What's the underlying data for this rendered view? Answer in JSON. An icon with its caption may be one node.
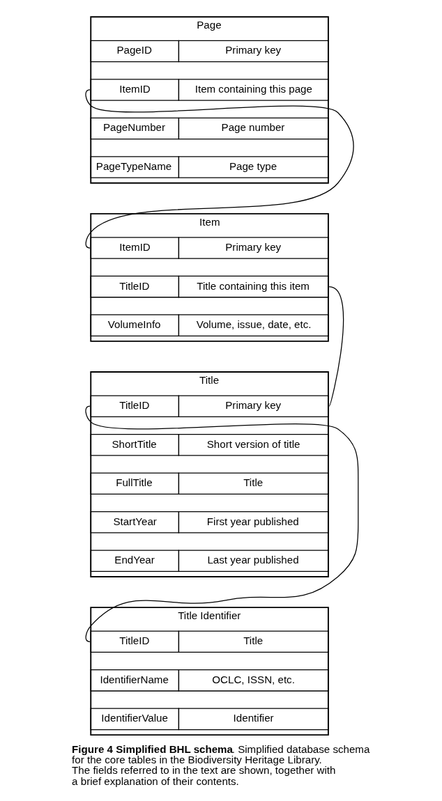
{
  "diagram": {
    "title": "Figure 4 Simplified BHL schema",
    "caption": ". Simplified database schema for the core tables in the Biodiversity Heritage Library. The fields referred to in the text are shown, together with a brief explanation of their contents.",
    "nodes": [
      {
        "text": [
          "Page"
        ]
      },
      {
        "text": [
          "PageID",
          "Primary key"
        ],
        "in": 0
      },
      {
        "text": [
          "ItemID",
          "Item containing this page"
        ],
        "in": 0
      },
      {
        "text": [
          "PageNumber",
          "Page number"
        ],
        "in": 0
      },
      {
        "text": [
          "PageTypeName",
          "Page type"
        ],
        "in": 0
      },
      {
        "text": [
          "Item"
        ]
      },
      {
        "text": [
          "ItemID",
          "Primary key"
        ],
        "in": 5
      },
      {
        "text": [
          "TitleID",
          "Title containing this item"
        ],
        "in": 5
      },
      {
        "text": [
          "VolumeInfo",
          "Volume, issue, date, etc."
        ],
        "in": 5
      },
      {
        "text": [
          "Title"
        ]
      },
      {
        "text": [
          "TitleID",
          "Primary key"
        ],
        "in": 9
      },
      {
        "text": [
          "ShortTitle",
          "Short version of title"
        ],
        "in": 9
      },
      {
        "text": [
          "FullTitle",
          "Title"
        ],
        "in": 9
      },
      {
        "text": [
          "StartYear",
          "First year published"
        ],
        "in": 9
      },
      {
        "text": [
          "EndYear",
          "Last year published"
        ],
        "in": 9
      },
      {
        "text": [
          "Title Identifier"
        ]
      },
      {
        "text": [
          "TitleID",
          "Title"
        ],
        "in": 15
      },
      {
        "text": [
          "IdentifierName",
          "OCLC, ISSN, etc."
        ],
        "in": 15
      },
      {
        "text": [
          "IdentifierValue",
          "Identifier"
        ],
        "in": 15
      }
    ],
    "edges": [
      {
        "from": 2,
        "to": 6,
        "arrow": "none"
      },
      {
        "from": 7,
        "to": 10,
        "arrow": "none"
      },
      {
        "from": 10,
        "to": 16,
        "arrow": "none"
      }
    ]
  }
}
